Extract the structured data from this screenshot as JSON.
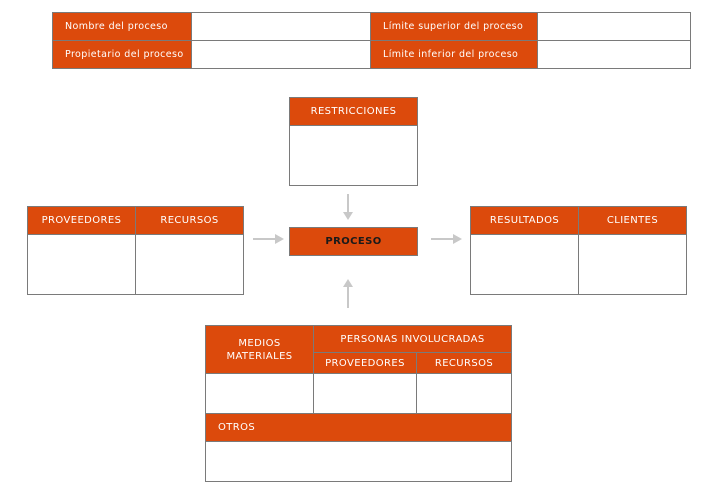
{
  "header": {
    "nombre_label": "Nombre del proceso",
    "propietario_label": "Propietario del proceso",
    "limite_sup_label": "Límite superior del proceso",
    "limite_inf_label": "Límite inferior del proceso"
  },
  "diagram": {
    "restricciones": "RESTRICCIONES",
    "proceso": "PROCESO",
    "proveedores": "PROVEEDORES",
    "recursos": "RECURSOS",
    "resultados": "RESULTADOS",
    "clientes": "CLIENTES",
    "medios": "MEDIOS\nMATERIALES",
    "personas": "PERSONAS INVOLUCRADAS",
    "proveedores_bottom": "PROVEEDORES",
    "recursos_bottom": "RECURSOS",
    "otros": "OTROS"
  },
  "colors": {
    "accent": "#dc4a0c",
    "border": "#7a7a7a",
    "arrow": "#c8c8c8"
  }
}
